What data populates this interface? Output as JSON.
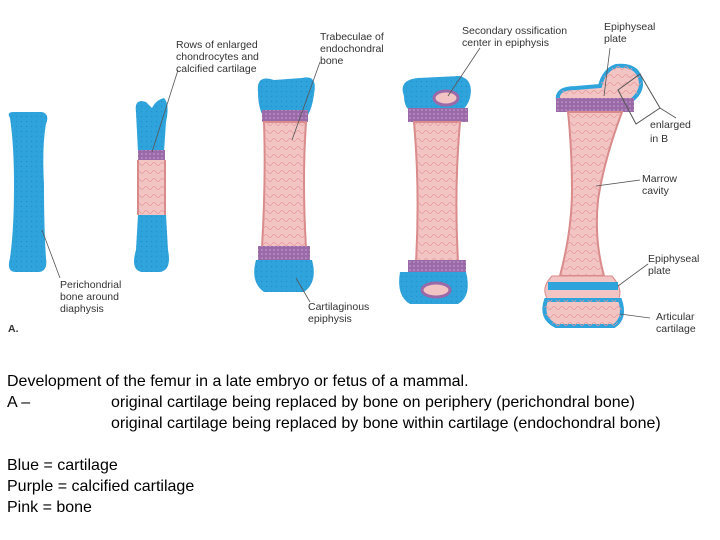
{
  "figure": {
    "panel_label": "A.",
    "labels": {
      "rows_enlarged": [
        "Rows of enlarged",
        "chondrocytes and",
        "calcified cartilage"
      ],
      "trabeculae": [
        "Trabeculae of",
        "endochondral",
        "bone"
      ],
      "secondary_ossification": [
        "Secondary ossification",
        "center in epiphysis"
      ],
      "epiphyseal_plate_top": [
        "Epiphyseal",
        "plate"
      ],
      "enlarged_in_b": [
        "enlarged",
        "in B"
      ],
      "marrow_cavity": [
        "Marrow",
        "cavity"
      ],
      "epiphyseal_plate_bottom": [
        "Epiphyseal",
        "plate"
      ],
      "articular_cartilage": [
        "Articular",
        "cartilage"
      ],
      "cartilaginous_epiphysis": [
        "Cartilaginous",
        "epiphysis"
      ],
      "perichondrial": [
        "Perichondrial",
        "bone around",
        "diaphysis"
      ]
    },
    "colors": {
      "cartilage": "#2ea3dc",
      "calcified_cartilage": "#9a6aa8",
      "bone": "#f2c4c4",
      "bone_outline": "#d98a8a"
    }
  },
  "caption": {
    "line1": "Development of the femur in a late embryo or fetus of a mammal.",
    "line2_prefix": "A –",
    "line2_text": "original cartilage being replaced by bone on periphery (perichondral bone)",
    "line3_text": "original cartilage being replaced by bone within cartilage (endochondral bone)",
    "legend": [
      "Blue = cartilage",
      "Purple = calcified cartilage",
      "Pink = bone"
    ]
  }
}
